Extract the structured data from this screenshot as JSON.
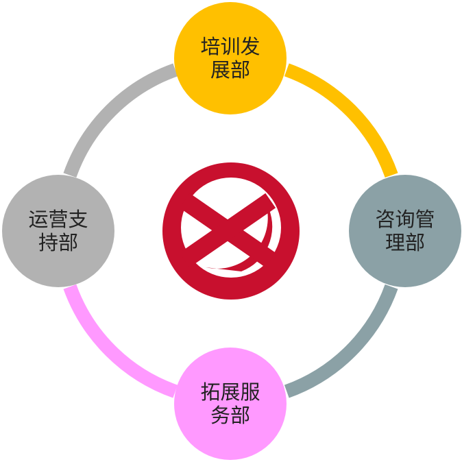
{
  "nodes": {
    "top": {
      "label": "培训发展部",
      "color": "#FFC000"
    },
    "right": {
      "label": "咨询管理部",
      "color": "#8BA1A6"
    },
    "bottom": {
      "label": "拓展服务部",
      "color": "#FF99FF"
    },
    "left": {
      "label": "运营支持部",
      "color": "#B2B2B2"
    }
  },
  "logo": {
    "icon": "x-circle-logo-icon",
    "color": "#C8102E"
  }
}
